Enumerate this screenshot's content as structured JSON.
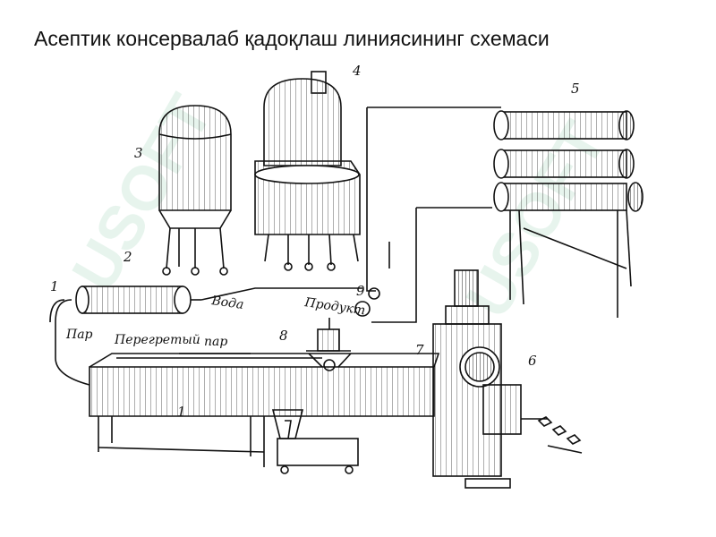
{
  "title": "Асептик консервалаб қадоқлаш линиясининг схемаси",
  "labels": {
    "par_left": "Пар",
    "peregretyi": "Перегретый",
    "par_right": "пар",
    "voda": "Вода",
    "produkt": "Продукт"
  },
  "numbers": {
    "n1": "1",
    "n2": "2",
    "n3": "3",
    "n4": "4",
    "n5": "5",
    "n6": "6",
    "n7": "7",
    "n8": "8",
    "n9": "9",
    "arrow_mark": "1"
  },
  "watermark": "USOFT",
  "colors": {
    "ink": "#111111",
    "watermark": "#7ec7a0",
    "background": "#ffffff"
  }
}
